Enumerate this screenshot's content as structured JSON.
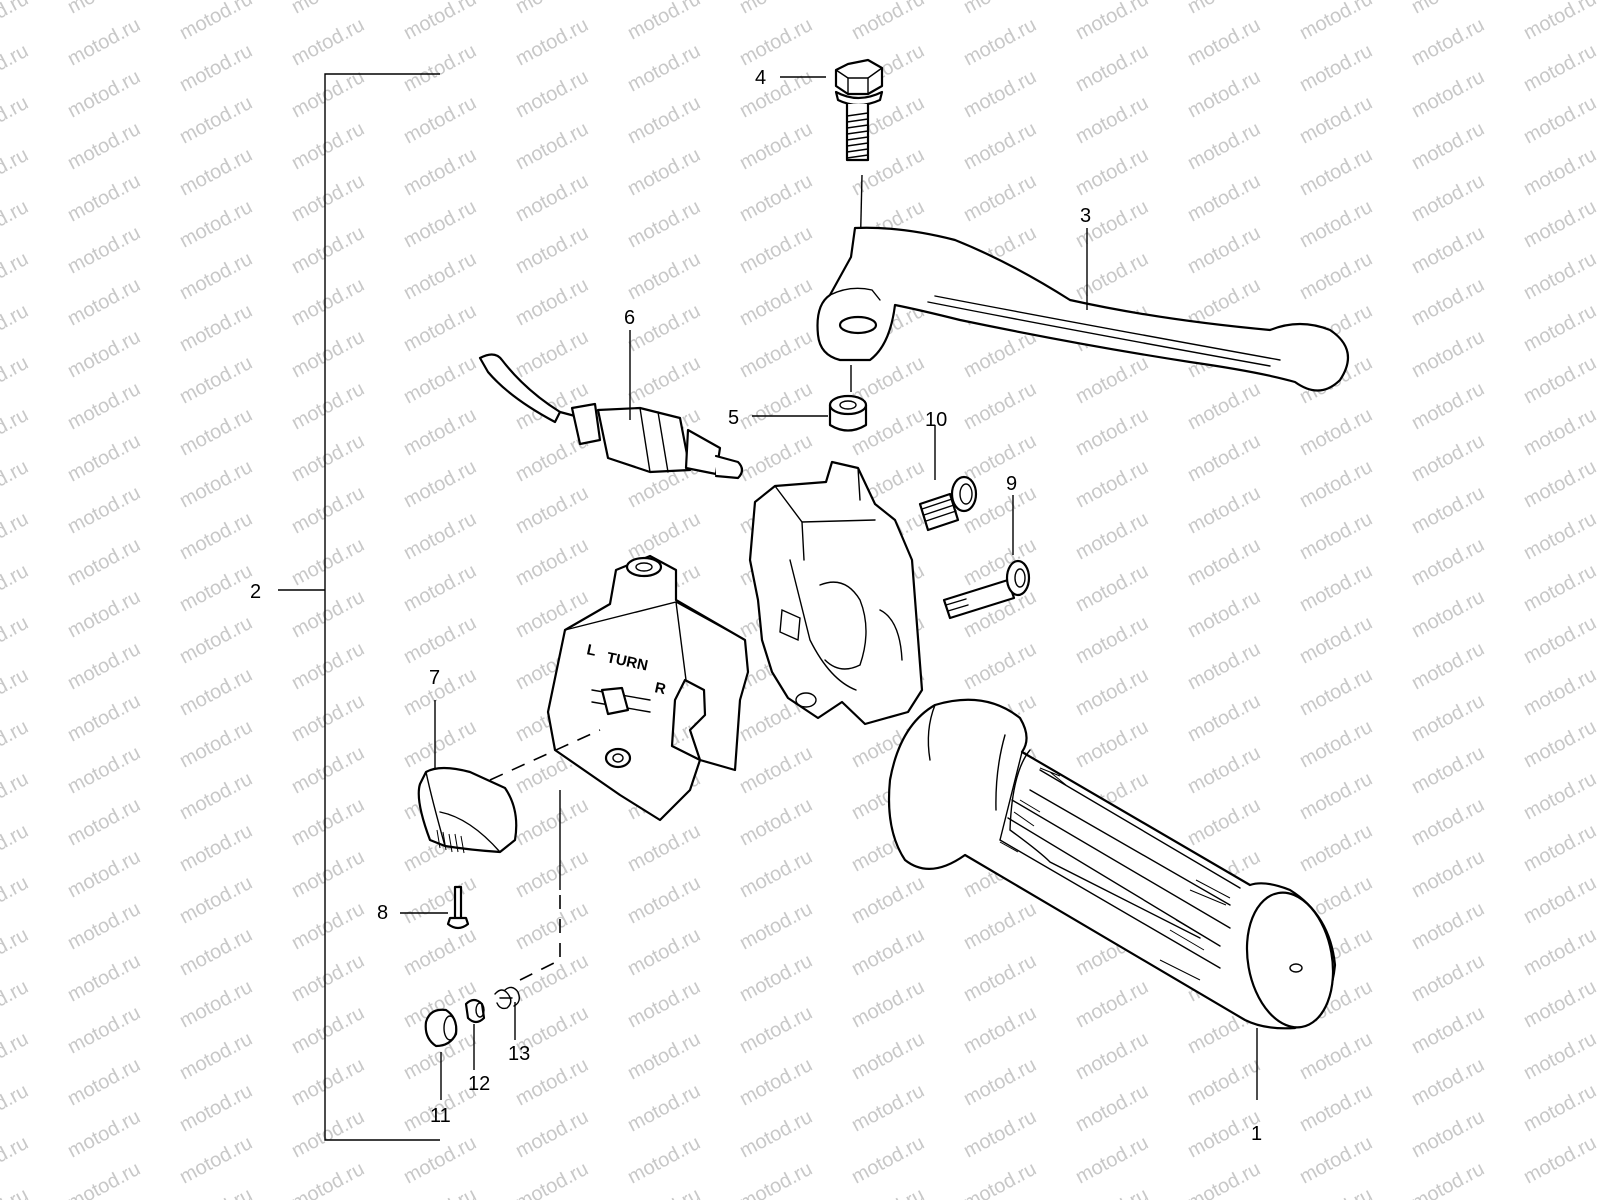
{
  "watermark": {
    "text": "motod.ru",
    "color": "#c8c8c8"
  },
  "housing_marking": {
    "left": "L",
    "text": "TURN",
    "right": "R"
  },
  "callouts": [
    {
      "id": "1"
    },
    {
      "id": "2"
    },
    {
      "id": "3"
    },
    {
      "id": "4"
    },
    {
      "id": "5"
    },
    {
      "id": "6"
    },
    {
      "id": "7"
    },
    {
      "id": "8"
    },
    {
      "id": "9"
    },
    {
      "id": "10"
    },
    {
      "id": "11"
    },
    {
      "id": "12"
    },
    {
      "id": "13"
    }
  ],
  "callout_labels": {
    "n1": "1",
    "n2": "2",
    "n3": "3",
    "n4": "4",
    "n5": "5",
    "n6": "6",
    "n7": "7",
    "n8": "8",
    "n9": "9",
    "n10": "10",
    "n11": "11",
    "n12": "12",
    "n13": "13"
  },
  "parts": [
    {
      "name": "handlebar-grip",
      "callout": "1"
    },
    {
      "name": "switch-assembly-bracket",
      "callout": "2"
    },
    {
      "name": "lever",
      "callout": "3"
    },
    {
      "name": "pivot-bolt",
      "callout": "4"
    },
    {
      "name": "nut",
      "callout": "5"
    },
    {
      "name": "cable-switch",
      "callout": "6"
    },
    {
      "name": "turn-signal-knob",
      "callout": "7"
    },
    {
      "name": "screw",
      "callout": "8"
    },
    {
      "name": "housing-screw-long",
      "callout": "9"
    },
    {
      "name": "housing-screw-short",
      "callout": "10"
    },
    {
      "name": "horn-button-cap",
      "callout": "11"
    },
    {
      "name": "horn-button",
      "callout": "12"
    },
    {
      "name": "spring",
      "callout": "13"
    }
  ]
}
